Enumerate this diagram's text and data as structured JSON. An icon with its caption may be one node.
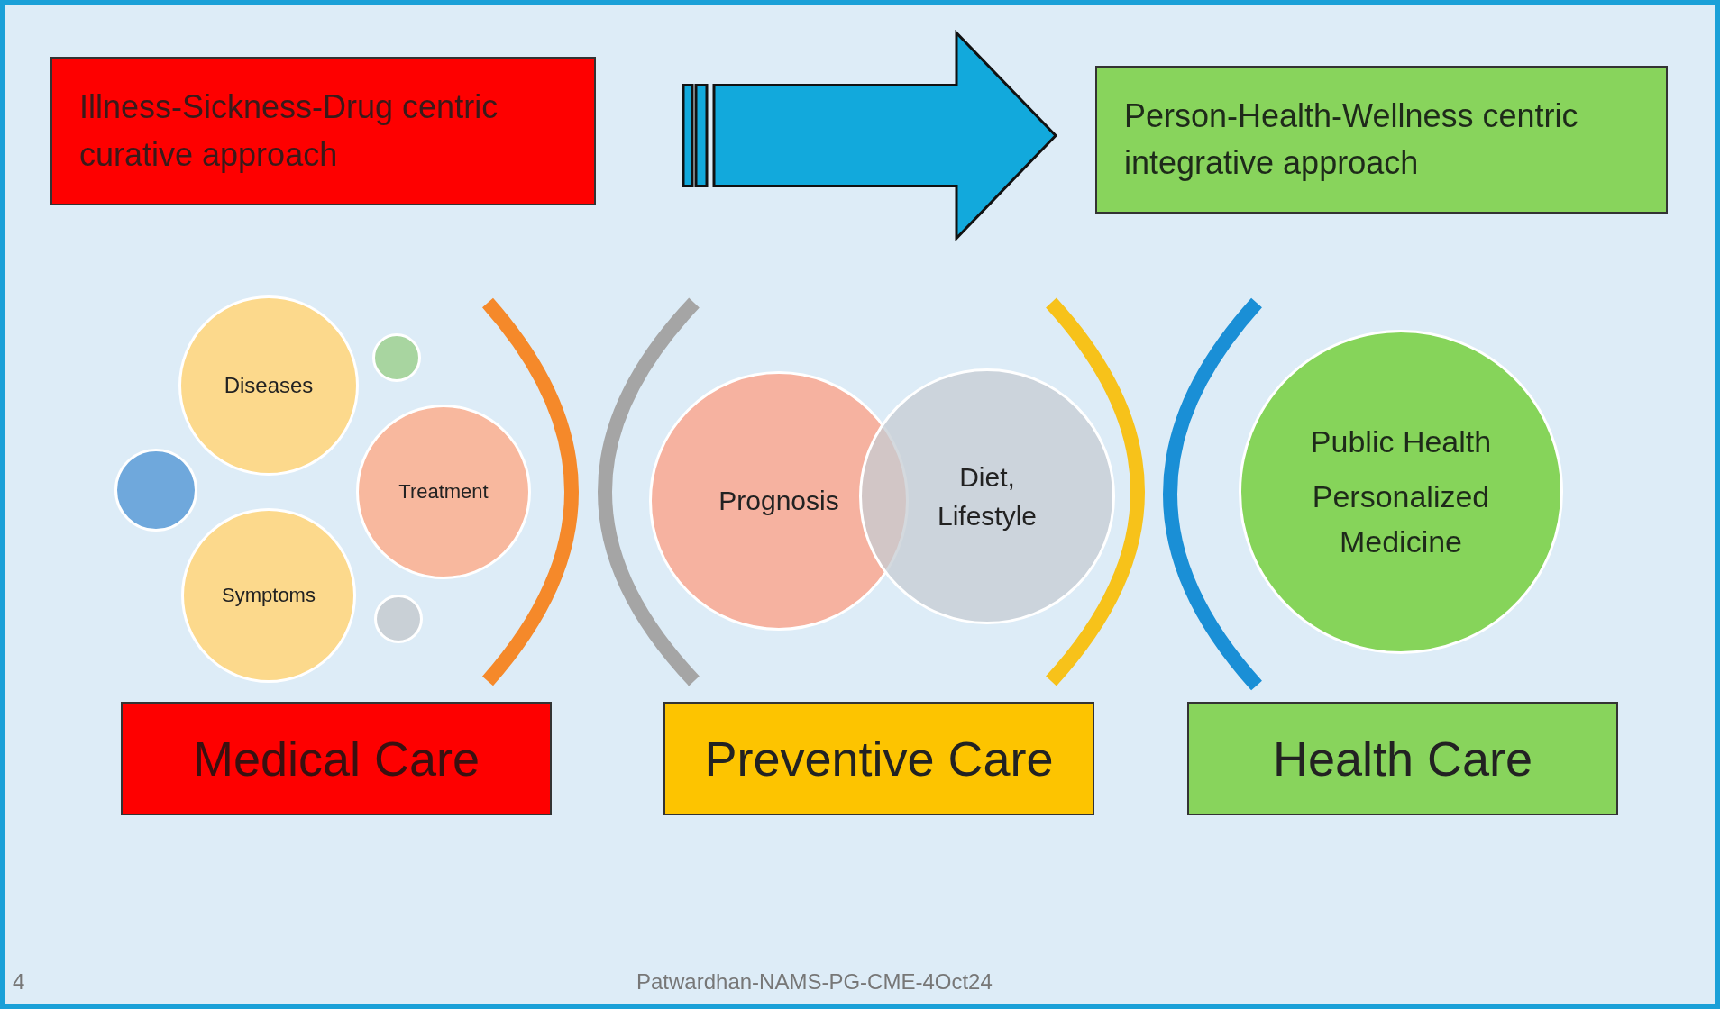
{
  "diagram": {
    "nodes": [
      {
        "text": [
          "Illness-Sickness-Drug centric curative approach"
        ]
      },
      {
        "text": [
          "Person-Health-Wellness centric integrative approach"
        ]
      },
      {
        "text": [
          "Diseases"
        ]
      },
      {
        "text": [],
        "shape": "circle"
      },
      {
        "text": [],
        "shape": "circle"
      },
      {
        "text": [
          "Treatment"
        ]
      },
      {
        "text": [
          "Symptoms"
        ]
      },
      {
        "text": [],
        "shape": "circle"
      },
      {
        "text": [
          "Prognosis"
        ]
      },
      {
        "text": [
          "Diet, Lifestyle"
        ]
      },
      {
        "text": [
          "Public Health",
          "Personalized Medicine"
        ]
      },
      {
        "text": [
          "Medical Care"
        ]
      },
      {
        "text": [
          "Preventive Care"
        ]
      },
      {
        "text": [
          "Health Care"
        ]
      }
    ],
    "edges": [
      {
        "from": 0,
        "to": 1,
        "arrow": "to",
        "style": "thick",
        "color": "#12a9dc"
      }
    ],
    "labels": [
      "4",
      "Patwardhan-NAMS-PG-CME-4Oct24"
    ]
  }
}
